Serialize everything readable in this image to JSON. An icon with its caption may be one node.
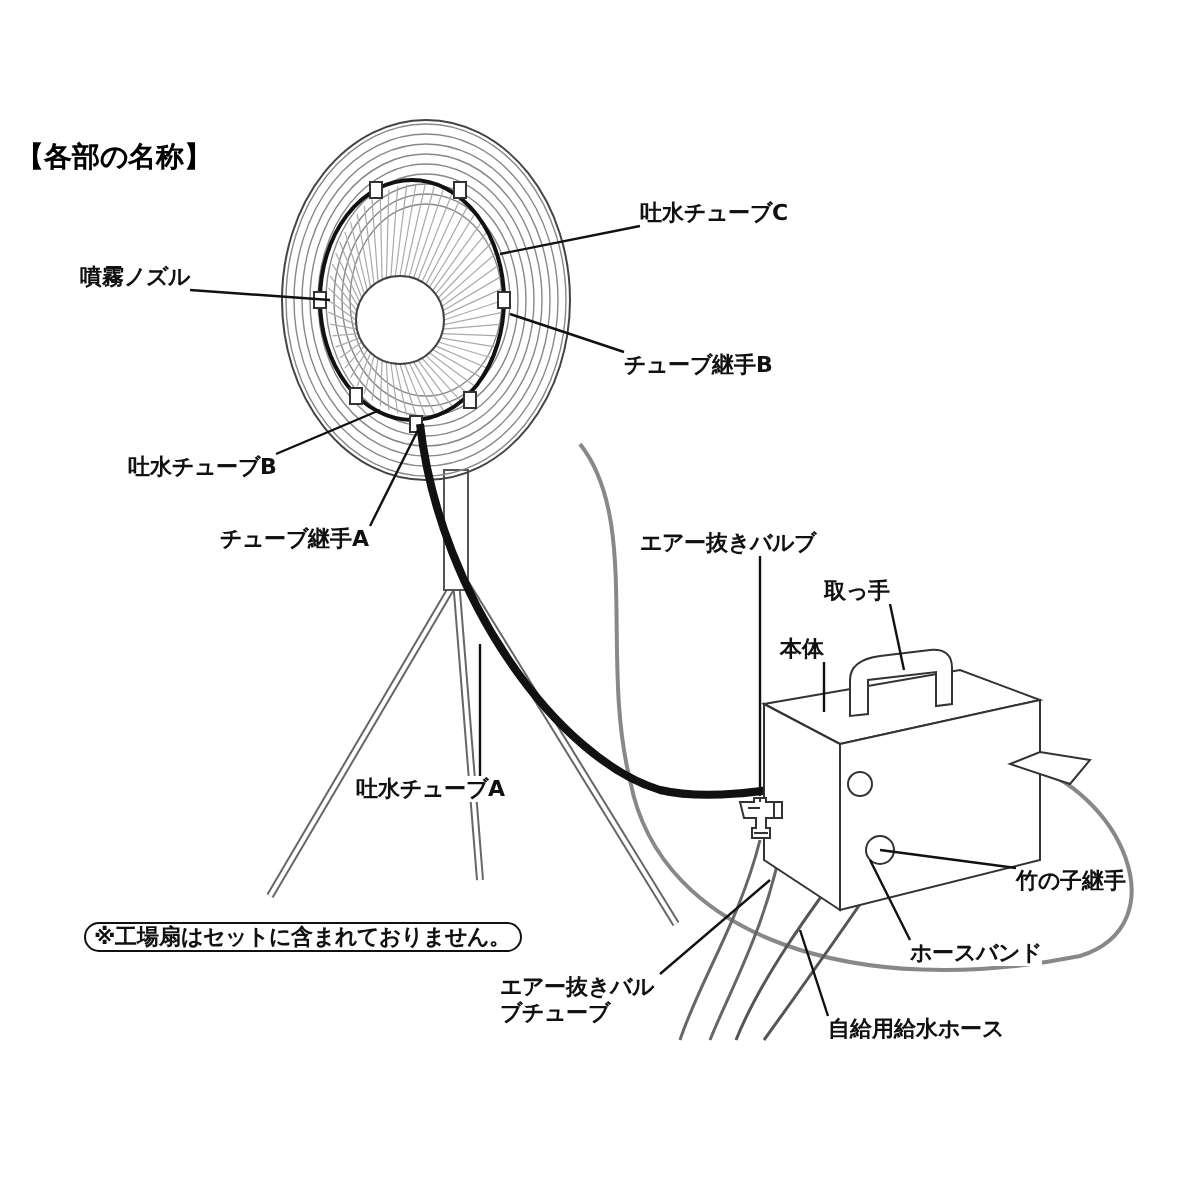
{
  "diagram": {
    "title": "【各部の名称】",
    "nodes": [
      {
        "text": [
          "吐水チューブC"
        ]
      },
      {
        "text": [
          "噴霧ノズル"
        ]
      },
      {
        "text": [
          "チューブ継手B"
        ]
      },
      {
        "text": [
          "吐水チューブB"
        ]
      },
      {
        "text": [
          "チューブ継手A"
        ]
      },
      {
        "text": [
          "エアー抜きバルブ"
        ]
      },
      {
        "text": [
          "取っ手"
        ]
      },
      {
        "text": [
          "本体"
        ]
      },
      {
        "text": [
          "吐水チューブA"
        ]
      },
      {
        "text": [
          "竹の子継手"
        ]
      },
      {
        "text": [
          "※工場扇はセットに含まれておりません。"
        ]
      },
      {
        "text": [
          "ホースバンド"
        ]
      },
      {
        "text": [
          "エアー抜きバルブチューブ"
        ]
      },
      {
        "text": [
          "自給用給水ホース"
        ]
      },
      {
        "text": [],
        "shape": "picture"
      }
    ],
    "edges": [
      {
        "from": 0,
        "to": null,
        "arrow": "none"
      },
      {
        "from": 1,
        "to": null,
        "arrow": "none"
      },
      {
        "from": 2,
        "to": null,
        "arrow": "none"
      },
      {
        "from": 3,
        "to": null,
        "arrow": "none"
      },
      {
        "from": 4,
        "to": null,
        "arrow": "none"
      },
      {
        "from": 5,
        "to": 14,
        "arrow": "none"
      },
      {
        "from": 6,
        "to": null,
        "arrow": "none"
      },
      {
        "from": 7,
        "to": null,
        "arrow": "none"
      },
      {
        "from": 8,
        "to": null,
        "arrow": "none"
      },
      {
        "from": 9,
        "to": null,
        "arrow": "none"
      },
      {
        "from": 11,
        "to": null,
        "arrow": "none"
      },
      {
        "from": 12,
        "to": null,
        "arrow": "none"
      },
      {
        "from": 13,
        "to": null,
        "arrow": "none"
      }
    ]
  }
}
